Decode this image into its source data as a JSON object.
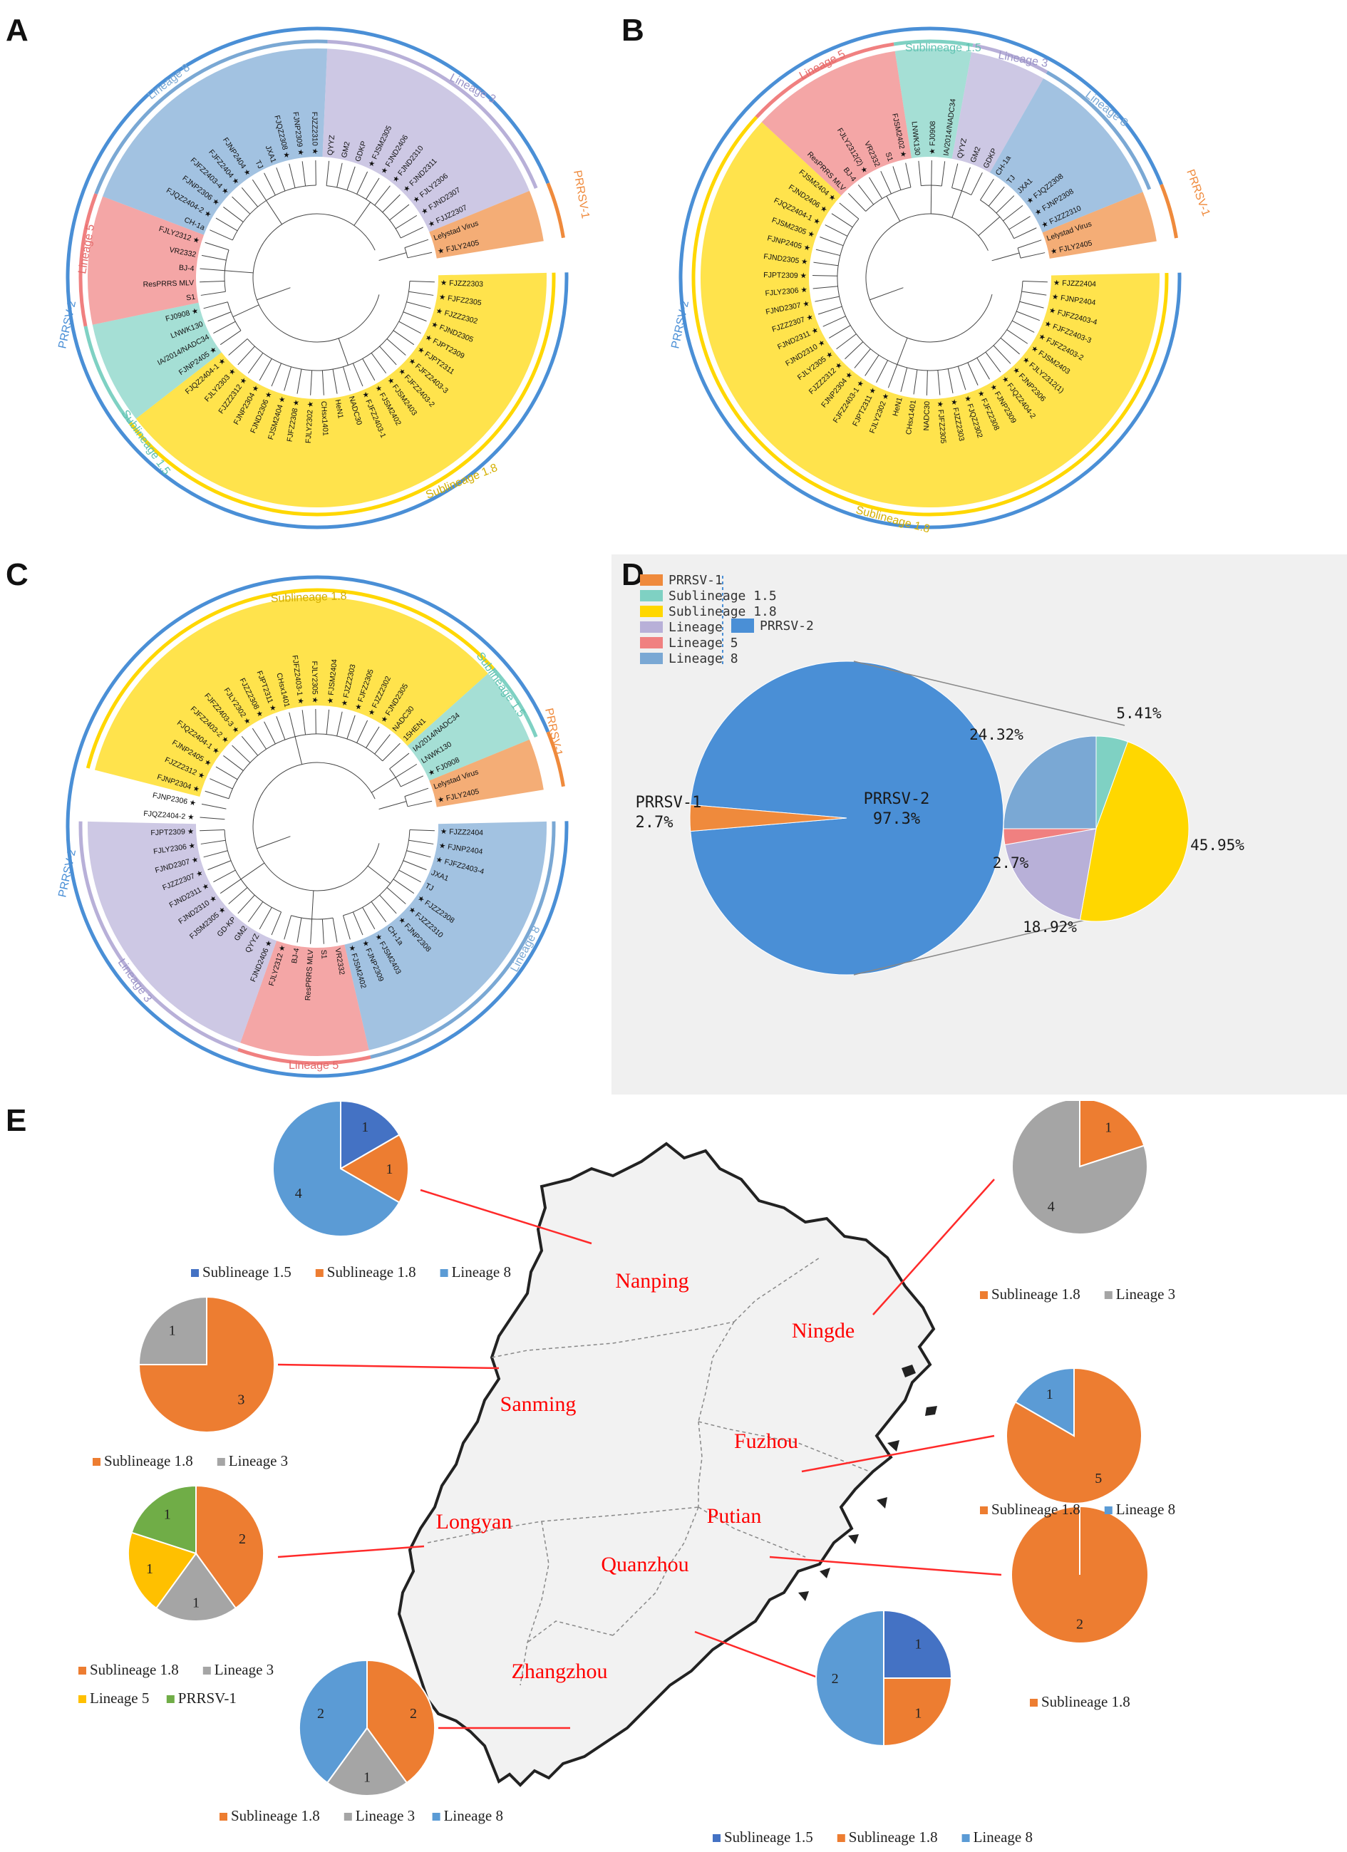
{
  "panels": {
    "a": "A",
    "b": "B",
    "c": "C",
    "d": "D",
    "e": "E"
  },
  "colors": {
    "prrsv1": "#ef8a3c",
    "prrsv2": "#4a8fd6",
    "sub15": "#7fd1c3",
    "sub18": "#ffd700",
    "lin3": "#b8b0d8",
    "lin5": "#f08080",
    "lin8": "#7aa8d4",
    "pie_blue": "#4472c4",
    "pie_orange": "#ed7d31",
    "pie_gray": "#a5a5a5",
    "pie_yellow": "#ffc000",
    "pie_lightblue": "#5b9bd5",
    "pie_green": "#70ad47",
    "map_fill": "#f2f2f2",
    "city_text": "#ff0000"
  },
  "trees": {
    "a": {
      "ring_labels": {
        "lin3": "Lineage 3",
        "lin8": "Lineage 8",
        "lin5": "Lineage 5",
        "sub15": "Sublineage 1.5",
        "sub18": "Sublineage 1.8",
        "prrsv1": "PRRSV-1",
        "prrsv2": "PRRSV-2"
      },
      "taxa": [
        "FJZZ2303",
        "FJFZ2305",
        "FJZZ2302",
        "FJND2305",
        "FJPT2309",
        "FJPT2311",
        "FJFZ2403-3",
        "FJFZ2403-2",
        "FJSM2403",
        "FJSM2402",
        "FJFZ2403-1",
        "NADC30",
        "HeN1",
        "CHsx1401",
        "FJLY2302",
        "FJFZ2308",
        "FJSM2404",
        "FJND2306",
        "FJNP2304",
        "FJZZ2312",
        "FJLY2303",
        "FJQZ2404-1",
        "FJNP2405",
        "IA/2014/NADC34",
        "LNWK130",
        "FJ0908",
        "S1",
        "ResPRRS MLV",
        "BJ-4",
        "VR2332",
        "FJLY2312",
        "CH-1a",
        "FJQZ2404-2",
        "FJNP2306",
        "FJFZ2403-4",
        "FJFZ2404",
        "FJNP2404",
        "TJ",
        "JXA1",
        "FJQZ2308",
        "FJNP2309",
        "FJZZ2310",
        "QYYZ",
        "GM2",
        "GDKP",
        "FJSM2305",
        "FJND2406",
        "FJND2310",
        "FJND2311",
        "FJLY2306",
        "FJND2307",
        "FJJZ2307",
        "Lelystad Virus",
        "FJLY2405"
      ]
    },
    "b": {
      "ring_labels": {
        "lin5": "Lineage 5",
        "sub15": "Sublineage 1.5",
        "lin3": "Lineage 3",
        "lin8": "Lineage 8",
        "prrsv1": "PRRSV-1",
        "prrsv2": "PRRSV-2",
        "sub18": "Sublineage 1.8"
      },
      "taxa": [
        "FJZZ2404",
        "FJNP2404",
        "FJFZ2403-4",
        "FJFZ2403-3",
        "FJFZ2403-2",
        "FJSM2403",
        "FJLY2312(1)",
        "FJNP2306",
        "FJQZ2404-2",
        "FJNP2309",
        "FJFZ2308",
        "FJQZ2302",
        "FJZZ2303",
        "FJFZ2305",
        "NADC30",
        "CHsx1401",
        "HeN1",
        "FJLY2302",
        "FJPT2311",
        "FJFZ2403-1",
        "FJNP2304",
        "FJZZ2312",
        "FJLY2305",
        "FJND2310",
        "FJND2311",
        "FJZZ2307",
        "FJND2307",
        "FJLY2306",
        "FJPT2309",
        "FJND2305",
        "FJNP2405",
        "FJSM2305",
        "FJQZ2404-1",
        "FJND2406",
        "FJSM2404",
        "ResPRRS MLV",
        "BJ-4",
        "FJLY2312(2)",
        "VR2332",
        "S1",
        "FJSM2402",
        "LNWK130",
        "FJ0908",
        "IA/2014/NADC34",
        "QYYZ",
        "GM2",
        "GDKP",
        "CH-1a",
        "TJ",
        "JXA1",
        "FJQZ2308",
        "FJNP2308",
        "FJZZ2310",
        "Lelystad Virus",
        "FJLY2405"
      ]
    },
    "c": {
      "ring_labels": {
        "sub18": "Sublineage 1.8",
        "sub15": "Sublineage 1.5",
        "prrsv1": "PRRSV-1",
        "prrsv2": "PRRSV-2",
        "lin3": "Lineage 3",
        "lin8": "Lineage 8",
        "lin5": "Lineage 5"
      },
      "taxa": [
        "FJZZ2404",
        "FJNP2404",
        "FJFZ2403-4",
        "JXA1",
        "TJ",
        "FJZZ2308",
        "FJZZ2310",
        "FJNP2308",
        "CH-1a",
        "FJSM2403",
        "FJNP2309",
        "FJSM2402",
        "VR2332",
        "S1",
        "ResPRRS MLV",
        "BJ-4",
        "FJLY2312",
        "FJND2406",
        "QYYZ",
        "GM2",
        "GD-KP",
        "FJSM2305",
        "FJND2310",
        "FJND2311",
        "FJZZ2307",
        "FJND2307",
        "FJLY2306",
        "FJPT2309",
        "FJQZ2404-2",
        "FJNP2306",
        "FJNP2304",
        "FJZZ2312",
        "FJNP2405",
        "FJQZ2404-1",
        "FJFZ2403-2",
        "FJFZ2403-3",
        "FJLY2302",
        "FJZZ2308",
        "FJPT2311",
        "CHsx1401",
        "FJFZ2403-1",
        "FJLY2305",
        "FJSM2404",
        "FJZZ2303",
        "FJFZ2305",
        "FJZZ2302",
        "FJND2305",
        "NADC30",
        "15HEN1",
        "IA/2014/NADC34",
        "LNWK130",
        "FJ0908",
        "Lelystad Virus",
        "FJLY2405"
      ]
    }
  },
  "panel_d": {
    "legend": [
      "PRRSV-1",
      "Sublineage 1.5",
      "Sublineage 1.8",
      "Lineage 3",
      "Lineage 5",
      "Lineage 8"
    ],
    "legend_right": "PRRSV-2"
  },
  "chart_data": [
    {
      "type": "pie",
      "title": "",
      "slices": [
        {
          "label": "PRRSV-2",
          "value": 97.3,
          "text": "97.3%"
        },
        {
          "label": "PRRSV-1",
          "value": 2.7,
          "text": "2.7%"
        }
      ]
    },
    {
      "type": "pie",
      "title": "",
      "slices": [
        {
          "label": "Sublineage 1.5",
          "value": 5.41,
          "text": "5.41%"
        },
        {
          "label": "Sublineage 1.8",
          "value": 45.95,
          "text": "45.95%"
        },
        {
          "label": "Lineage 3",
          "value": 18.92,
          "text": "18.92%"
        },
        {
          "label": "Lineage 5",
          "value": 2.7,
          "text": "2.7%"
        },
        {
          "label": "Lineage 8",
          "value": 24.32,
          "text": "24.32%"
        }
      ]
    }
  ],
  "panel_e": {
    "cities": [
      "Nanping",
      "Ningde",
      "Sanming",
      "Fuzhou",
      "Longyan",
      "Putian",
      "Quanzhou",
      "Zhangzhou"
    ],
    "pies": {
      "nanping": {
        "slices": [
          {
            "label": "Sublineage 1.5",
            "value": 1
          },
          {
            "label": "Sublineage 1.8",
            "value": 1
          },
          {
            "label": "Lineage 8",
            "value": 4
          }
        ],
        "legend": [
          "Sublineage 1.5",
          "Sublineage 1.8",
          "Lineage 8"
        ]
      },
      "ningde": {
        "slices": [
          {
            "label": "Sublineage 1.8",
            "value": 1
          },
          {
            "label": "Lineage 3",
            "value": 4
          }
        ],
        "legend": [
          "Sublineage 1.8",
          "Lineage 3"
        ]
      },
      "sanming": {
        "slices": [
          {
            "label": "Sublineage 1.8",
            "value": 3
          },
          {
            "label": "Lineage 3",
            "value": 1
          }
        ],
        "legend": [
          "Sublineage 1.8",
          "Lineage 3"
        ]
      },
      "fuzhou": {
        "slices": [
          {
            "label": "Sublineage 1.8",
            "value": 5
          },
          {
            "label": "Lineage 8",
            "value": 1
          }
        ],
        "legend": [
          "Sublineage 1.8",
          "Lineage 8"
        ]
      },
      "longyan": {
        "slices": [
          {
            "label": "Sublineage 1.8",
            "value": 2
          },
          {
            "label": "Lineage 3",
            "value": 1
          },
          {
            "label": "Lineage 5",
            "value": 1
          },
          {
            "label": "PRRSV-1",
            "value": 1
          }
        ],
        "legend": [
          "Sublineage 1.8",
          "Lineage 3",
          "Lineage 5",
          "PRRSV-1"
        ]
      },
      "putian": {
        "slices": [
          {
            "label": "Sublineage 1.8",
            "value": 2
          }
        ],
        "legend": [
          "Sublineage 1.8"
        ]
      },
      "zhangzhou": {
        "slices": [
          {
            "label": "Sublineage 1.8",
            "value": 2
          },
          {
            "label": "Lineage 3",
            "value": 1
          },
          {
            "label": "Lineage 8",
            "value": 2
          }
        ],
        "legend": [
          "Sublineage 1.8",
          "Lineage 3",
          "Lineage 8"
        ]
      },
      "quanzhou": {
        "slices": [
          {
            "label": "Sublineage 1.5",
            "value": 1
          },
          {
            "label": "Sublineage 1.8",
            "value": 1
          },
          {
            "label": "Lineage 8",
            "value": 2
          }
        ],
        "legend": [
          "Sublineage 1.5",
          "Sublineage 1.8",
          "Lineage 8"
        ]
      }
    }
  }
}
